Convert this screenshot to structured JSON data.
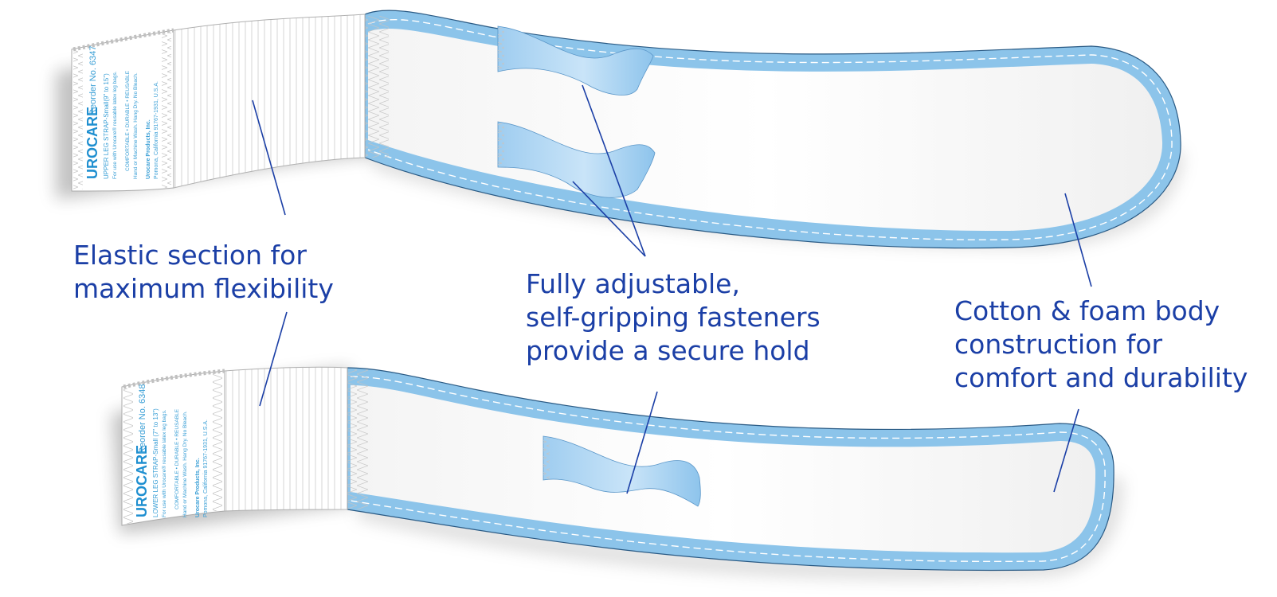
{
  "callouts": {
    "elastic": {
      "lines": [
        "Elastic section for",
        "maximum flexibility"
      ]
    },
    "fasteners": {
      "lines": [
        "Fully adjustable,",
        "self-gripping fasteners",
        "provide a secure hold"
      ]
    },
    "body": {
      "lines": [
        "Cotton & foam body",
        "construction for",
        "comfort and durability"
      ]
    }
  },
  "upper_strap_label": {
    "brand": "UROCARE",
    "reorder": "Reorder No. 6347",
    "title": "UPPER LEG STRAP-Small(9\" to 15\")",
    "compat": "For use with Urocare® reusable latex leg bags.",
    "features": "COMFORTABLE • DURABLE • REUSABLE",
    "care": "Hand or Machine Wash. Hang Dry. No Bleach.",
    "company": "Urocare Products, Inc.",
    "address": "Pomona, California 91767-1931, U.S.A."
  },
  "lower_strap_label": {
    "brand": "UROCARE",
    "reorder": "Reorder No. 6348",
    "title": "LOWER LEG STRAP-Small (7\" to 13\")",
    "compat": "For use with Urocare® reusable latex leg bags.",
    "features": "COMFORTABLE • DURABLE • REUSABLE",
    "care": "Hand or Machine Wash. Hang Dry. No Bleach.",
    "company": "Urocare Products, Inc.",
    "address": "Pomona, California 91767-1931, U.S.A."
  },
  "colors": {
    "strap_border": "#8cc4ea",
    "fastener": "#a9d3f2",
    "callout_text": "#1b3fa6",
    "leader_line": "#1b3fa6"
  }
}
